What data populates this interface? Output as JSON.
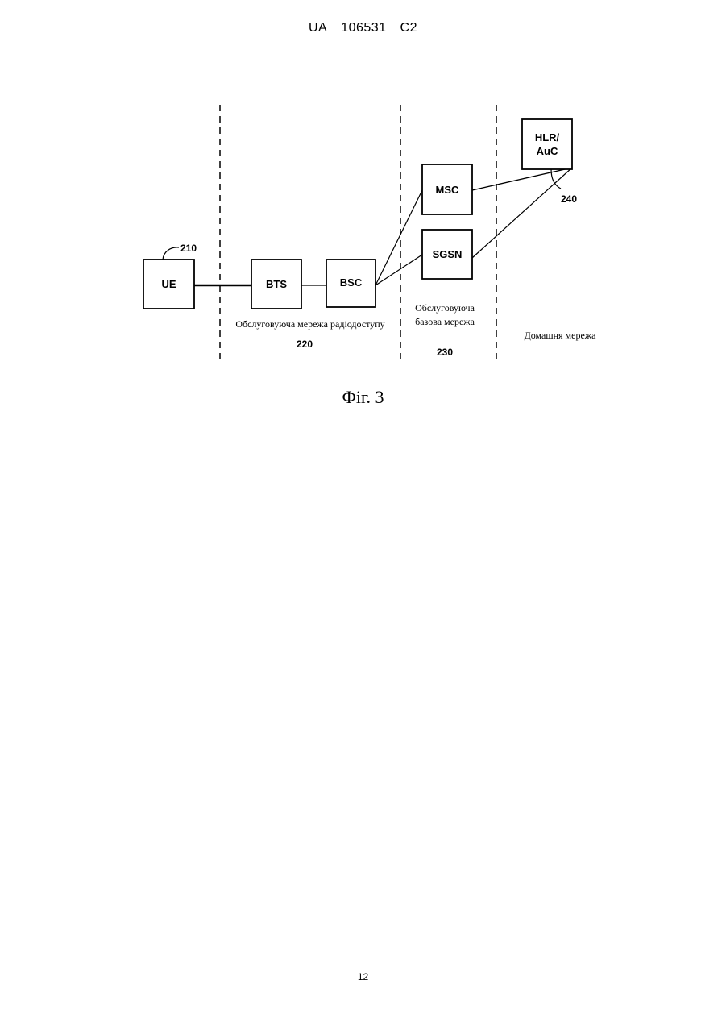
{
  "header": {
    "country": "UA",
    "patent_number": "106531",
    "kind": "C2"
  },
  "diagram": {
    "nodes": {
      "ue": "UE",
      "bts": "BTS",
      "bsc": "BSC",
      "msc": "MSC",
      "sgsn": "SGSN",
      "hlr_line1": "HLR/",
      "hlr_line2": "AuC"
    },
    "refs": {
      "ue": "210",
      "hlr": "240"
    },
    "regions": {
      "radio_access_network": "Обслуговуюча мережа радіодоступу",
      "radio_access_ref": "220",
      "core_line1": "Обслуговуюча",
      "core_line2": "базова мережа",
      "core_ref": "230",
      "home_network": "Домашня мережа"
    }
  },
  "figure_caption": "Фіг. 3",
  "page_number": "12"
}
